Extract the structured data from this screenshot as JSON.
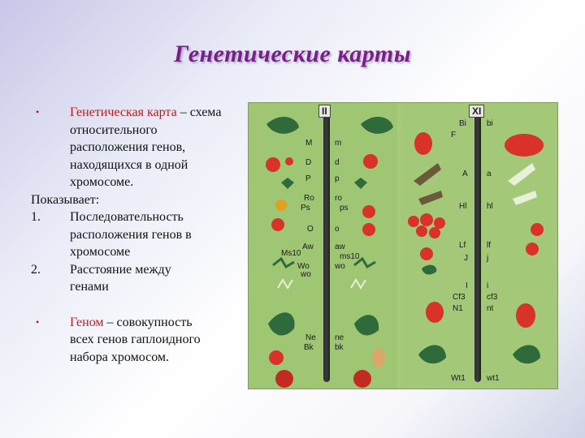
{
  "title": "Генетические карты",
  "definition": {
    "bullet": "•",
    "term": "Генетическая карта",
    "lines": [
      "– схема относительного",
      "расположения генов,",
      "находящихся в одной",
      "хромосоме."
    ]
  },
  "shows": {
    "heading": "Показывает:",
    "items": [
      {
        "num": "1.",
        "lines": [
          "Последовательность",
          "расположения генов в",
          "хромосоме"
        ]
      },
      {
        "num": "2.",
        "lines": [
          "Расстояние между",
          "генами"
        ]
      }
    ]
  },
  "genome": {
    "bullet": "•",
    "term": "Геном",
    "lines": [
      "– совокупность",
      "всех генов гаплоидного",
      "набора хромосом."
    ]
  },
  "figure": {
    "left_chromosome": {
      "label": "II",
      "genes": [
        {
          "l": "M",
          "r": "m"
        },
        {
          "l": "D",
          "r": "d"
        },
        {
          "l": "P",
          "r": "p"
        },
        {
          "l": "Ro",
          "r": "ro"
        },
        {
          "l": "Ps",
          "r": "ps"
        },
        {
          "l": "O",
          "r": "o"
        },
        {
          "l": "Aw",
          "r": "aw"
        },
        {
          "l": "Ms10",
          "r": "ms10"
        },
        {
          "l": "Wo",
          "r": "wo"
        },
        {
          "l": "wo",
          "r": ""
        },
        {
          "l": "Ne",
          "r": "ne"
        },
        {
          "l": "Bk",
          "r": "bk"
        }
      ]
    },
    "right_chromosome": {
      "label": "XI",
      "genes": [
        {
          "l": "Bi",
          "r": "bi"
        },
        {
          "l": "F",
          "r": ""
        },
        {
          "l": "A",
          "r": "a"
        },
        {
          "l": "Hl",
          "r": "hl"
        },
        {
          "l": "Lf",
          "r": "lf"
        },
        {
          "l": "J",
          "r": "j"
        },
        {
          "l": "I",
          "r": "i"
        },
        {
          "l": "Cf3",
          "r": "cf3"
        },
        {
          "l": "N1",
          "r": "nt"
        },
        {
          "l": "Wt1",
          "r": "wt1"
        }
      ]
    },
    "colors": {
      "panel": "#9fc673",
      "tomato": "#d8322a",
      "leaf": "#2f6b3a",
      "chromosome": "#2c2c2c"
    }
  }
}
